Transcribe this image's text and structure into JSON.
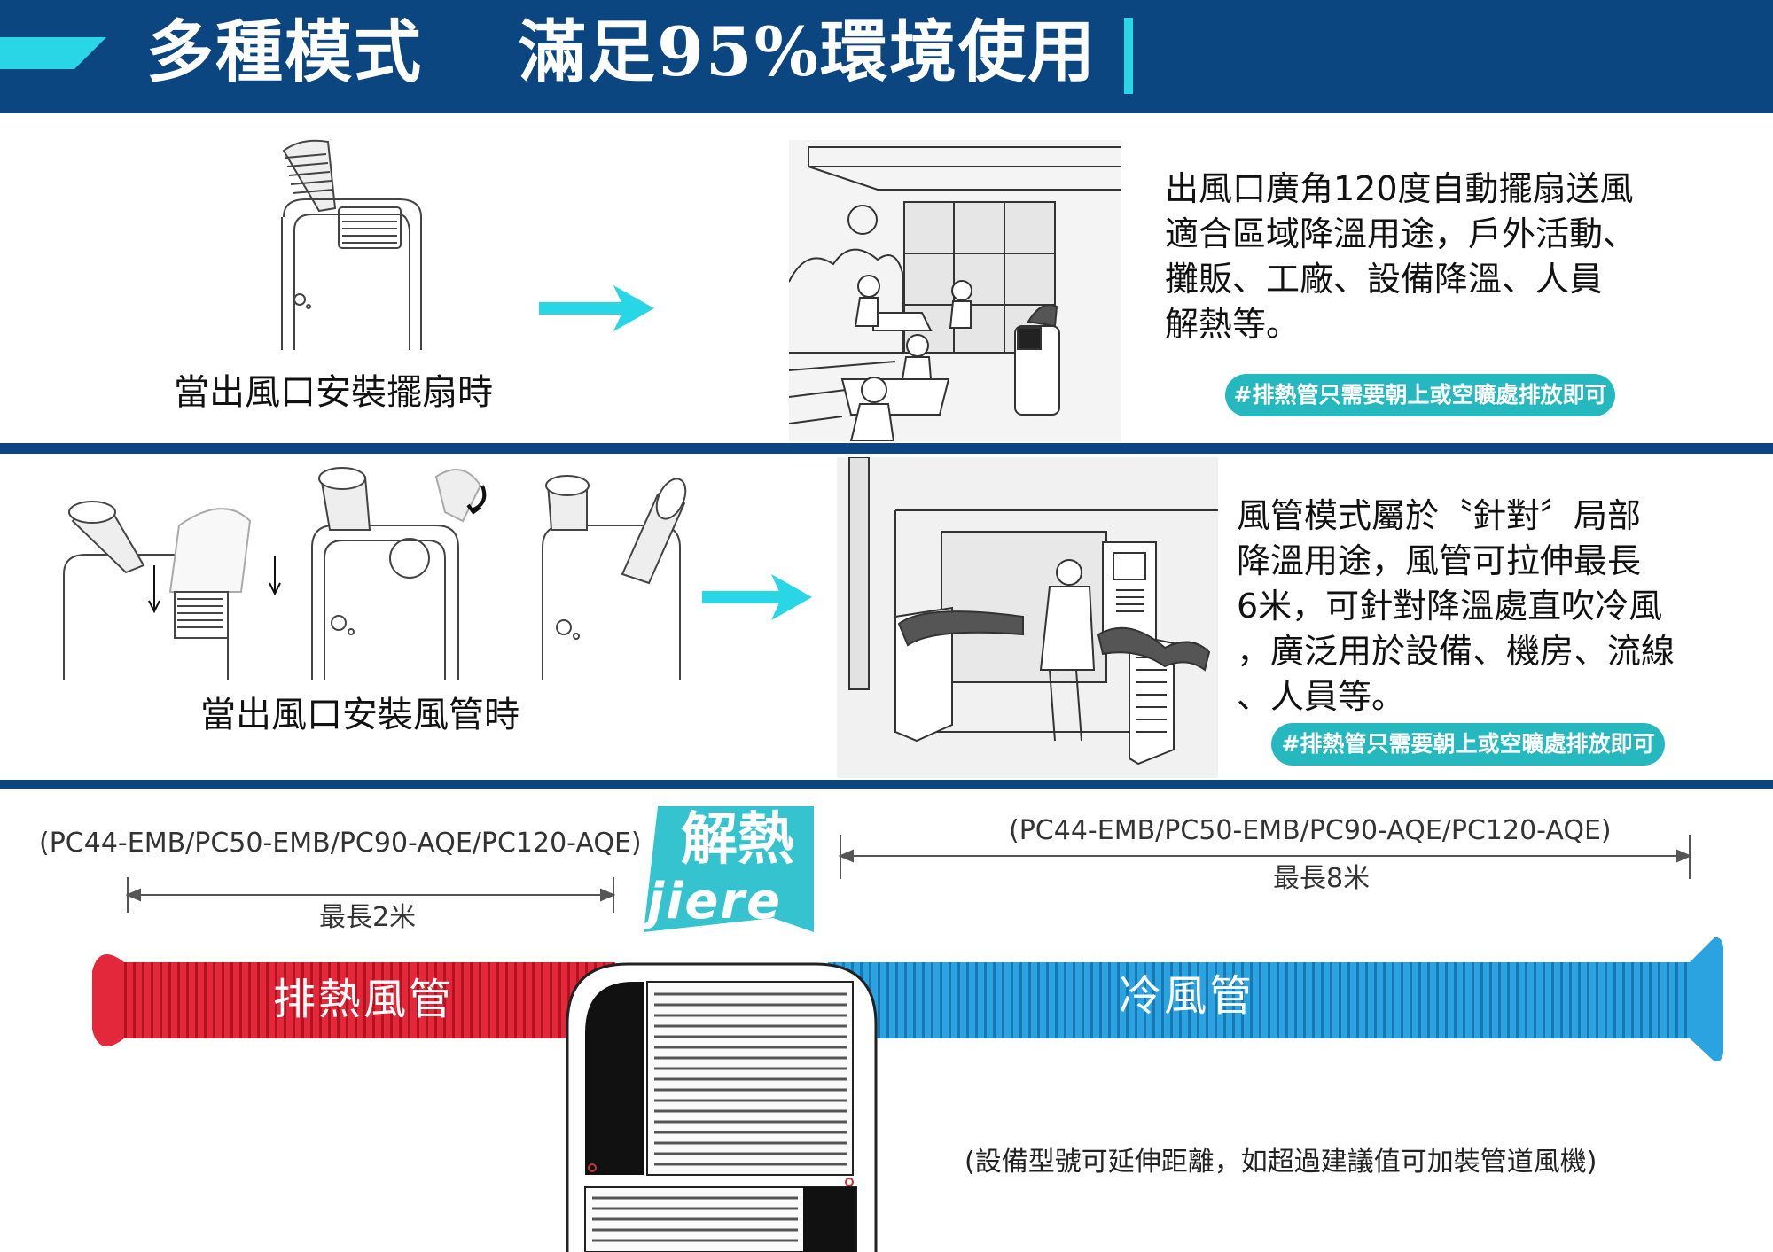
{
  "header": {
    "title_left": "多種模式",
    "title_right": "滿足95%環境使用"
  },
  "section_swing": {
    "caption": "當出風口安裝擺扇時",
    "description": [
      "出風口廣角120度自動擺扇送風",
      "適合區域降溫用途，戶外活動、",
      "攤販、工廠、設備降溫、人員",
      "解熱等。"
    ],
    "tag": "#排熱管只需要朝上或空曠處排放即可"
  },
  "section_duct": {
    "caption": "當出風口安裝風管時",
    "description": [
      "風管模式屬於〝針對〞局部",
      "降溫用途，風管可拉伸最長",
      "6米，可針對降溫處直吹冷風",
      "，廣泛用於設備、機房、流線",
      "、人員等。"
    ],
    "tag": "#排熱管只需要朝上或空曠處排放即可"
  },
  "hose_diagram": {
    "left_models": "(PC44-EMB/PC50-EMB/PC90-AQE/PC120-AQE)",
    "left_length": "最長2米",
    "left_label": "排熱風管",
    "right_models": "(PC44-EMB/PC50-EMB/PC90-AQE/PC120-AQE)",
    "right_length": "最長8米",
    "right_label": "冷風管",
    "note": "(設備型號可延伸距離，如超過建議值可加裝管道風機)"
  },
  "logo": {
    "line1": "解熱",
    "line2": "jiere"
  },
  "colors": {
    "header_bg": "#0b4680",
    "accent_cyan": "#29d6e6",
    "tag_teal": "#25b9bf",
    "hot_red": "#e3283b",
    "cold_blue": "#2aa3e0"
  }
}
